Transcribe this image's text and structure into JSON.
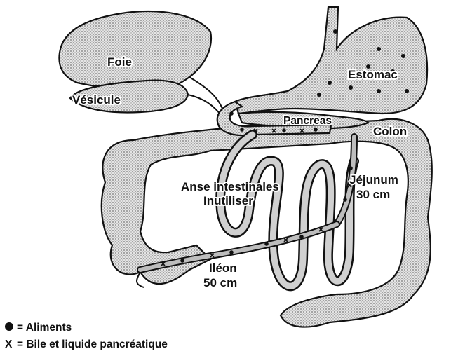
{
  "labels": {
    "foie": "Foie",
    "vesicule": "Vésicule",
    "estomac": "Estomac",
    "pancreas": "Pancreas",
    "colon": "Colon",
    "anse_1": "Anse intestinales",
    "anse_2": "Inutiliser",
    "jejunum_1": "Jéjunum",
    "jejunum_2": "30 cm",
    "ileon_1": "Iléon",
    "ileon_2": "50 cm"
  },
  "legend": {
    "food_text": "= Aliments",
    "bile_symbol": "X",
    "bile_text": "= Bile et liquide pancréatique"
  },
  "colors": {
    "outline": "#111111",
    "fill_dots": "#9a9a9a",
    "background": "#ffffff"
  }
}
